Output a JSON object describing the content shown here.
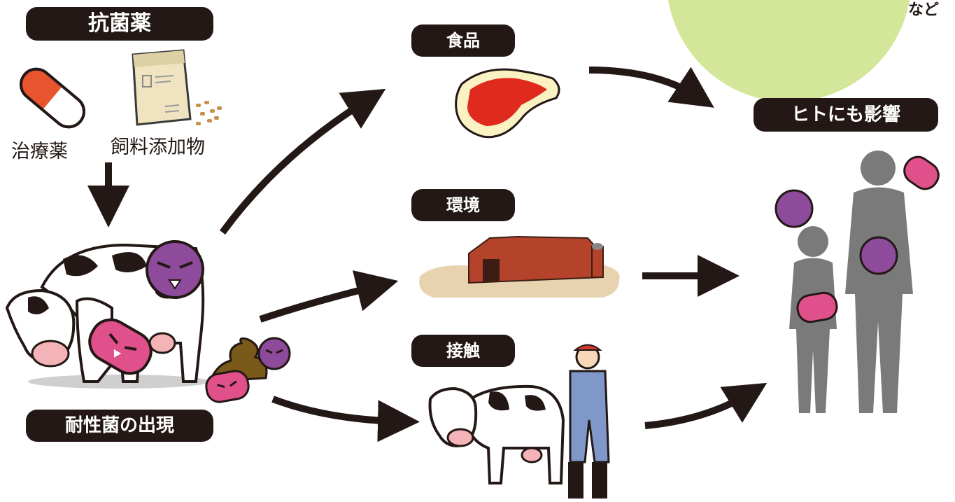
{
  "labels": {
    "antibacterial": "抗菌薬",
    "treatment": "治療薬",
    "feed_additive": "飼料添加物",
    "resistant_emergence": "耐性菌の出現",
    "food": "食品",
    "environment": "環境",
    "contact": "接触",
    "human_impact": "ヒトにも影響",
    "corner_note": "など"
  },
  "colors": {
    "label_bg": "#231815",
    "arrow": "#231815",
    "green_circle": "#d4e69a",
    "bacteria_purple": "#8e4b9b",
    "bacteria_pink": "#e0508a",
    "silhouette": "#7a7a7a",
    "meat": "#e02a1e",
    "barn": "#b5432b"
  }
}
